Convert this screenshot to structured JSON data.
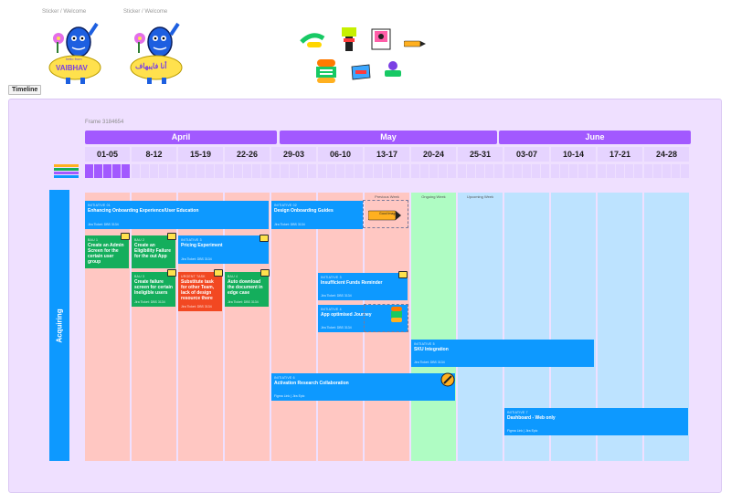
{
  "stickers": {
    "caption_1": "Sticker / Welcome",
    "caption_2": "Sticker / Welcome",
    "welcome_1_text": "VAIBHAV",
    "welcome_1_small": "hello from",
    "welcome_2_text": "أنا فايبهاف"
  },
  "frame_tag": "Timeline",
  "frame_label": "Frame 3184654",
  "months": [
    "April",
    "May",
    "June"
  ],
  "weeks": [
    "01-05",
    "8-12",
    "15-19",
    "22-26",
    "29-03",
    "06-10",
    "13-17",
    "20-24",
    "25-31",
    "03-07",
    "10-14",
    "17-21",
    "24-28"
  ],
  "column_labels": {
    "previous": "Previous Week",
    "ongoing": "Ongoing Week",
    "upcoming": "Upcoming Week"
  },
  "lane": "Acquiring",
  "cards": [
    {
      "cat": "INITIATIVE 01",
      "title": "Enhancing Onboarding Experience/User Education",
      "tick": "Jira Ticket: DBS 3134"
    },
    {
      "cat": "INITIATIVE 02",
      "title": "Design Onboarding Guides",
      "tick": "Jira Ticket: DBS 3134"
    },
    {
      "cat": "BAU 1",
      "title": "Create an Admin Screen for the certain user group",
      "tick": "Jira Ticket: DBS 3134"
    },
    {
      "cat": "BAU 2",
      "title": "Create an Eligibility Failure for the out App",
      "tick": "Jira Ticket: DBS 3134"
    },
    {
      "cat": "INITIATIVE 3",
      "title": "Pricing Experiment",
      "tick": "Jira Ticket: DBS 3134"
    },
    {
      "cat": "BAU 3",
      "title": "Create failure screen for certain Ineligible users",
      "tick": "Jira Ticket: DBS 3134"
    },
    {
      "cat": "URGENT TASK",
      "title": "Substitute task for other Team, lack of design resource there",
      "tick": "Jira Ticket: DBS 3134"
    },
    {
      "cat": "BAU 4",
      "title": "Auto download the document in edge case",
      "tick": "Jira Ticket: DBS 3134"
    },
    {
      "cat": "INITIATIVE 3",
      "title": "Insufficient Funds Reminder",
      "tick": "Jira Ticket: DBS 3134"
    },
    {
      "cat": "INITIATIVE 4",
      "title": "App optimised Journey",
      "tick": "Jira Ticket: DBS 3134"
    },
    {
      "cat": "INITIATIVE 5",
      "title": "SKU Integration",
      "tick": "Jira Ticket: DBS 3134"
    },
    {
      "cat": "INITIATIVE 6",
      "title": "Activation Research Collaboration",
      "tick": "Figma Link | Jira Epic"
    },
    {
      "cat": "INITIATIVE 7",
      "title": "Dashboard - Web only",
      "tick": "Figma Link | Jira Epic"
    }
  ],
  "small_sticker": "Good Image",
  "colors": {
    "month": "#a259ff",
    "week": "#e6d4ff",
    "previous_col": "#ffc7c2",
    "ongoing_col": "#affcc3",
    "upcoming_col": "#bde3ff",
    "blue": "#0d99ff",
    "green": "#14ae5c",
    "red": "#f24822",
    "board": "#efe0ff"
  }
}
